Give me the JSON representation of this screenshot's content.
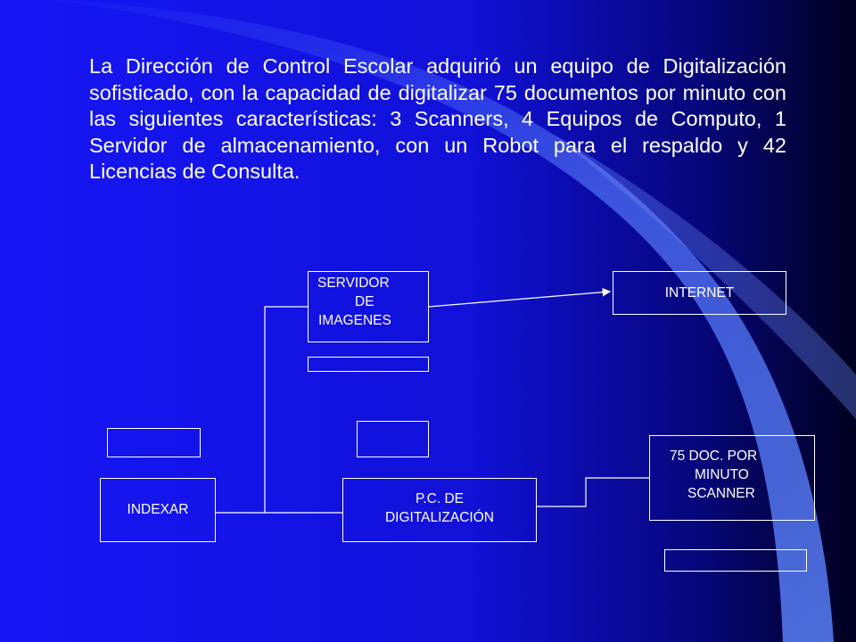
{
  "slide": {
    "paragraph": "La Dirección de Control Escolar adquirió un equipo de Digitalización sofisticado, con la capacidad de digitalizar 75 documentos por minuto con las siguientes características: 3 Scanners, 4 Equipos de Computo, 1 Servidor de almacenamiento, con un Robot para el respaldo y 42 Licencias de Consulta."
  },
  "diagram": {
    "servidor": {
      "line1": "SERVIDOR",
      "line2": "DE",
      "line3": "IMAGENES"
    },
    "internet": "INTERNET",
    "indexar": "INDEXAR",
    "pc": {
      "line1": "P.C. DE",
      "line2": "DIGITALIZACIÓN"
    },
    "scanner": {
      "line1": "75 DOC. POR",
      "line2": "MINUTO",
      "line3": "SCANNER"
    }
  },
  "colors": {
    "background_left": "#1515f5",
    "background_right": "#00002a",
    "swoosh": "#4a6cf5",
    "text": "#ffffff",
    "lines": "#ffffff"
  }
}
